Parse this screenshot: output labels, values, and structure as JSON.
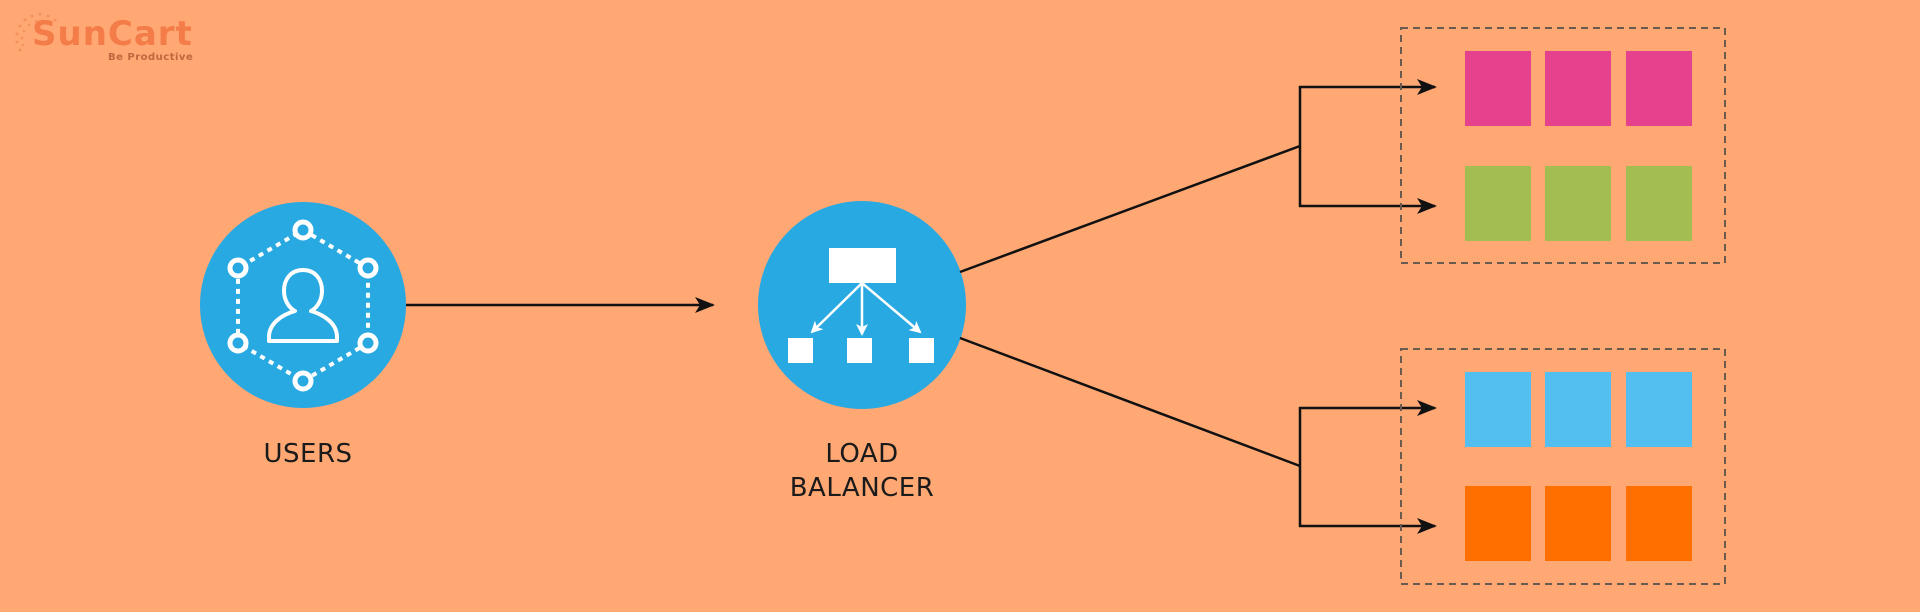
{
  "logo": {
    "name": "SunCart",
    "tagline": "Be Productive"
  },
  "nodes": {
    "users": {
      "label": "USERS",
      "icon": "users-network-icon"
    },
    "load_balancer": {
      "label_line1": "LOAD",
      "label_line2": "BALANCER",
      "icon": "hierarchy-icon"
    }
  },
  "server_groups": [
    {
      "rows": [
        {
          "color": "#E5418C",
          "count": 3
        },
        {
          "color": "#A4BD51",
          "count": 3
        }
      ]
    },
    {
      "rows": [
        {
          "color": "#53BEF0",
          "count": 3
        },
        {
          "color": "#FF6F00",
          "count": 3
        }
      ]
    }
  ],
  "colors": {
    "background": "#FFA874",
    "circle": "#29A9E1",
    "line": "#111111",
    "dashed_border": "#6b5a50",
    "logo": "#F47C48"
  }
}
